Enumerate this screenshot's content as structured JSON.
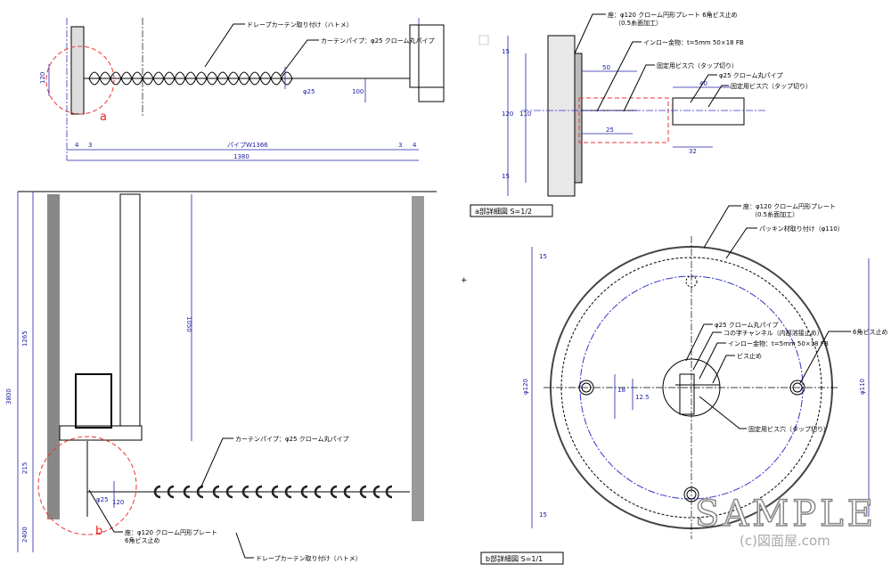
{
  "top_plan": {
    "drape_label": "ドレープカーテン取り付け（ハトメ）",
    "pipe_label": "カーテンパイプ：φ25 クローム丸パイプ",
    "marker": "a",
    "dims": {
      "d120": "120",
      "d25": "φ25",
      "d100": "100",
      "l4": "4",
      "l3": "3",
      "pipe_w": "パイプW1366",
      "r3": "3",
      "r4": "4",
      "total": "1380"
    }
  },
  "elevation": {
    "pipe_label": "カーテンパイプ：φ25 クローム丸パイプ",
    "plate_label_1": "座：φ120 クローム円形プレート",
    "plate_label_2": "6角ビス止め",
    "drape_label": "ドレープカーテン取り付け（ハトメ）",
    "marker": "b",
    "dims": {
      "h3800": "3800",
      "h1265": "1265",
      "h1050": "1050",
      "h215": "215",
      "h2400": "2400",
      "d25": "φ25",
      "d120": "120"
    }
  },
  "detail_a": {
    "title": "a部詳細図 S=1/2",
    "labels": [
      "座：φ120 クローム円形プレート 6角ビス止め",
      "（0.5糸面加工）",
      "インロー金物：t=5mm 50×18 FB",
      "固定用ビス穴（タップ切り）",
      "φ25 クローム丸パイプ",
      "固定用ビス穴（タップ切り）"
    ],
    "dims": [
      "15",
      "120",
      "110",
      "15",
      "50",
      "25",
      "40",
      "32"
    ]
  },
  "detail_b": {
    "title": "b部詳細図 S=1/1",
    "labels": [
      "座：φ120 クローム円形プレート",
      "（0.5糸面加工）",
      "パッキン材取り付け（φ110）",
      "φ25 クローム丸パイプ",
      "コの字チャンネル（内部溶接止め）",
      "インロー金物：t=5mm 50×18 FB",
      "ビス止め",
      "6角ビス止め",
      "固定用ビス穴（タップ切り）"
    ],
    "dims": [
      "15",
      "φ120",
      "18",
      "12.5",
      "φ110",
      "15"
    ]
  },
  "watermark": {
    "text": "SAMPLE",
    "sub": "(c)図面屋.com"
  }
}
